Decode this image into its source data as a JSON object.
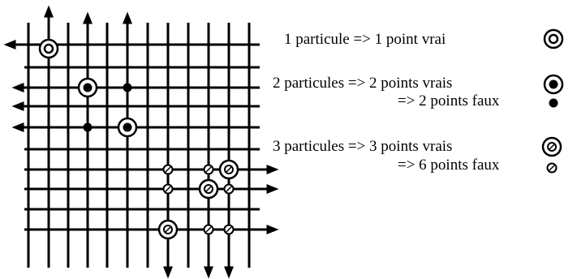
{
  "legend": {
    "one": {
      "line1": "1 particule => 1 point vrai"
    },
    "two": {
      "line1": "2 particules => 2 points vrais",
      "line2": "=> 2 points faux"
    },
    "three": {
      "line1": "3 particules => 3 points vrais",
      "line2": "=> 6 points faux"
    }
  },
  "colors": {
    "ink": "#000000",
    "background": "#ffffff"
  }
}
